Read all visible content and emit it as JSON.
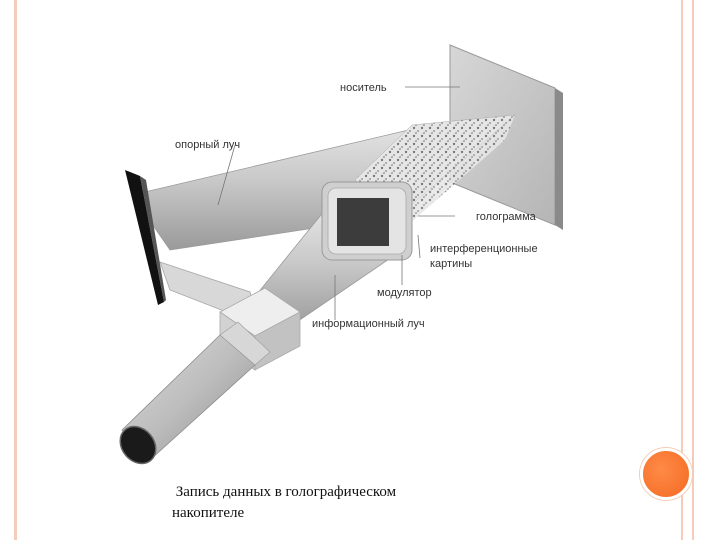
{
  "diagram": {
    "labels": {
      "carrier": "носитель",
      "reference_beam": "опорный луч",
      "hologram": "голограмма",
      "interference_1": "интерференционные",
      "interference_2": "картины",
      "modulator": "модулятор",
      "info_beam": "информационный луч"
    }
  },
  "caption": {
    "line1": " Запись данных в голографическом",
    "line2": "накопителе"
  },
  "colors": {
    "accent_orange": "#f26a22",
    "rule_peach": "#f3cdb7"
  }
}
